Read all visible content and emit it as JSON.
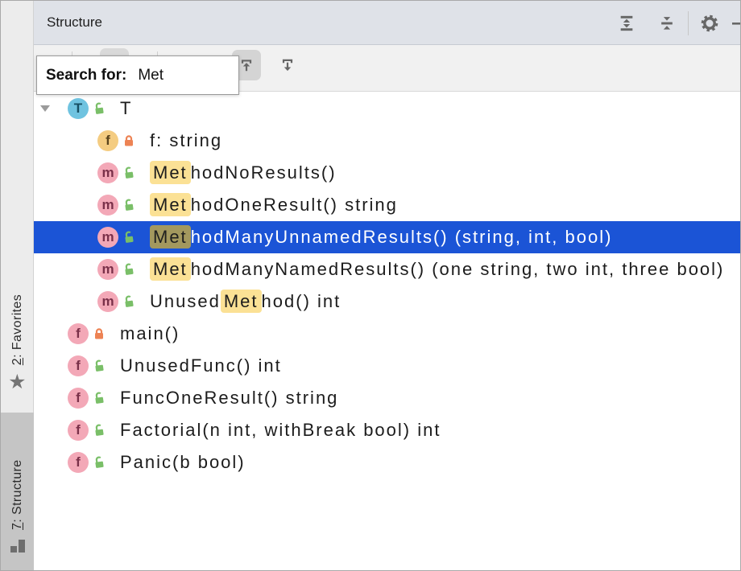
{
  "header": {
    "title": "Structure",
    "actions": [
      {
        "name": "expand-all"
      },
      {
        "name": "collapse-all"
      },
      {
        "name": "settings"
      },
      {
        "name": "hide"
      }
    ]
  },
  "search_popup": {
    "label": "Search for:",
    "query": "Met"
  },
  "toolbar": {
    "buttons": [
      {
        "name": "previous-occurrence",
        "pressed": true
      },
      {
        "name": "next-occurrence",
        "pressed": false
      }
    ]
  },
  "stripe": {
    "favorites": {
      "shortcut": "2",
      "label": ": Favorites"
    },
    "structure": {
      "shortcut": "7",
      "label": ": Structure",
      "selected": true
    }
  },
  "colors": {
    "selection": "#1b54d6",
    "match_highlight": "#fbe195",
    "match_highlight_selected": "#a3985e",
    "type_icon": "#6fc3e0",
    "field_icon": "#f4cc81",
    "method_icon": "#f3a8b7",
    "public_lock": "#7abf68",
    "private_lock": "#ed8354"
  },
  "tree": {
    "rows": [
      {
        "depth": 0,
        "toggle": "expanded",
        "kind": "type",
        "letter": "T",
        "visibility": "public",
        "selected": false,
        "segments": [
          {
            "t": "T"
          }
        ]
      },
      {
        "depth": 1,
        "kind": "field",
        "letter": "f",
        "visibility": "private",
        "selected": false,
        "segments": [
          {
            "t": "f: string"
          }
        ]
      },
      {
        "depth": 1,
        "kind": "method",
        "letter": "m",
        "visibility": "public",
        "selected": false,
        "segments": [
          {
            "t": "Met",
            "hl": true
          },
          {
            "t": "hodNoResults()"
          }
        ]
      },
      {
        "depth": 1,
        "kind": "method",
        "letter": "m",
        "visibility": "public",
        "selected": false,
        "segments": [
          {
            "t": "Met",
            "hl": true
          },
          {
            "t": "hodOneResult() string"
          }
        ]
      },
      {
        "depth": 1,
        "kind": "method",
        "letter": "m",
        "visibility": "public",
        "selected": true,
        "segments": [
          {
            "t": "Met",
            "hl": true
          },
          {
            "t": "hodManyUnnamedResults() (string, int, bool)"
          }
        ]
      },
      {
        "depth": 1,
        "kind": "method",
        "letter": "m",
        "visibility": "public",
        "selected": false,
        "segments": [
          {
            "t": "Met",
            "hl": true
          },
          {
            "t": "hodManyNamedResults() (one string, two int, three bool)"
          }
        ]
      },
      {
        "depth": 1,
        "kind": "method",
        "letter": "m",
        "visibility": "public",
        "selected": false,
        "segments": [
          {
            "t": "Unused"
          },
          {
            "t": "Met",
            "hl": true
          },
          {
            "t": "hod() int"
          }
        ]
      },
      {
        "depth": 0,
        "kind": "function",
        "letter": "f",
        "visibility": "private",
        "selected": false,
        "segments": [
          {
            "t": "main()"
          }
        ]
      },
      {
        "depth": 0,
        "kind": "function",
        "letter": "f",
        "visibility": "public",
        "selected": false,
        "segments": [
          {
            "t": "UnusedFunc() int"
          }
        ]
      },
      {
        "depth": 0,
        "kind": "function",
        "letter": "f",
        "visibility": "public",
        "selected": false,
        "segments": [
          {
            "t": "FuncOneResult() string"
          }
        ]
      },
      {
        "depth": 0,
        "kind": "function",
        "letter": "f",
        "visibility": "public",
        "selected": false,
        "segments": [
          {
            "t": "Factorial(n int, withBreak bool) int"
          }
        ]
      },
      {
        "depth": 0,
        "kind": "function",
        "letter": "f",
        "visibility": "public",
        "selected": false,
        "segments": [
          {
            "t": "Panic(b bool)"
          }
        ]
      }
    ]
  }
}
